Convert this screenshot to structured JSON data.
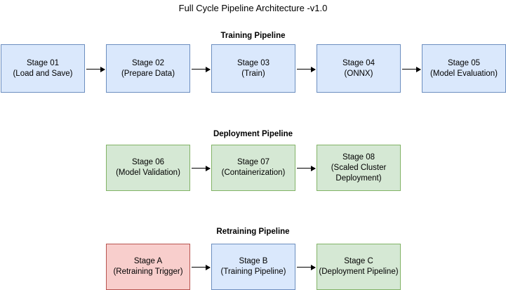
{
  "diagram": {
    "title": "Full Cycle Pipeline Architecture -v1.0",
    "colors": {
      "blue_fill": "#dae8fc",
      "blue_stroke": "#6c8ebf",
      "green_fill": "#d5e8d4",
      "green_stroke": "#82b366",
      "red_fill": "#f8cecc",
      "red_stroke": "#b85450",
      "arrow": "#000000",
      "background": "#ffffff"
    },
    "sections": [
      {
        "header": "Training Pipeline",
        "nodes": [
          {
            "label": "Stage 01\n(Load and Save)"
          },
          {
            "label": "Stage 02\n(Prepare Data)"
          },
          {
            "label": "Stage 03\n(Train)"
          },
          {
            "label": "Stage 04\n(ONNX)"
          },
          {
            "label": "Stage 05\n(Model Evaluation)"
          }
        ]
      },
      {
        "header": "Deployment Pipeline",
        "nodes": [
          {
            "label": "Stage 06\n(Model Validation)"
          },
          {
            "label": "Stage 07\n(Containerization)"
          },
          {
            "label": "Stage 08\n(Scaled Cluster Deployment)"
          }
        ]
      },
      {
        "header": "Retraining Pipeline",
        "nodes": [
          {
            "label": "Stage A\n(Retraining Trigger)"
          },
          {
            "label": "Stage B\n(Training Pipeline)"
          },
          {
            "label": "Stage C\n(Deployment Pipeline)"
          }
        ]
      }
    ]
  }
}
